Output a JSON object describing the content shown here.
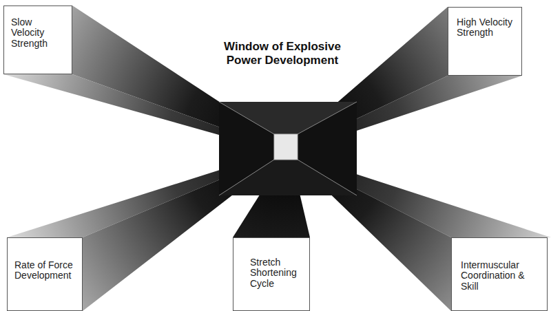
{
  "diagram": {
    "title": "Window of Explosive Power Development",
    "nodes": [
      {
        "text": [
          "Slow Velocity Strength"
        ]
      },
      {
        "text": [
          "High Velocity Strength"
        ]
      },
      {
        "text": [
          "Rate of Force Development"
        ]
      },
      {
        "text": [
          "Stretch Shortening Cycle"
        ]
      },
      {
        "text": [
          "Intermuscular Coordination & Skill"
        ]
      }
    ]
  }
}
